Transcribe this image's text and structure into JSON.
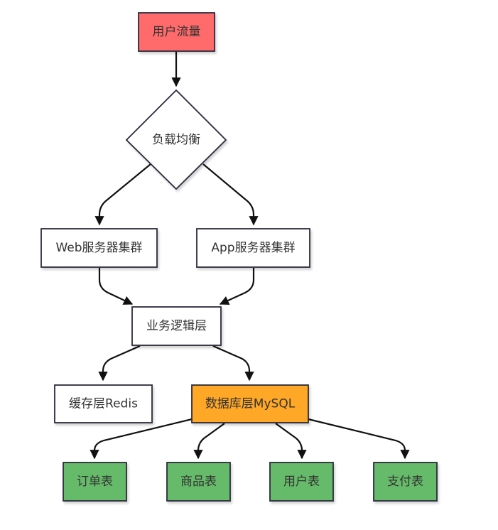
{
  "nodes": [
    {
      "id": "traffic",
      "label": "用户流量",
      "fill": "#ff6b6b"
    },
    {
      "id": "lb",
      "label": "负载均衡",
      "fill": "#ffffff"
    },
    {
      "id": "web",
      "label": "Web服务器集群",
      "fill": "#ffffff"
    },
    {
      "id": "app",
      "label": "App服务器集群",
      "fill": "#ffffff"
    },
    {
      "id": "biz",
      "label": "业务逻辑层",
      "fill": "#ffffff"
    },
    {
      "id": "cache",
      "label": "缓存层Redis",
      "fill": "#ffffff"
    },
    {
      "id": "db",
      "label": "数据库层MySQL",
      "fill": "#ffa726"
    },
    {
      "id": "orders",
      "label": "订单表",
      "fill": "#66bb6a"
    },
    {
      "id": "products",
      "label": "商品表",
      "fill": "#66bb6a"
    },
    {
      "id": "users",
      "label": "用户表",
      "fill": "#66bb6a"
    },
    {
      "id": "payments",
      "label": "支付表",
      "fill": "#66bb6a"
    }
  ],
  "edges": [
    {
      "from": "traffic",
      "to": "lb"
    },
    {
      "from": "lb",
      "to": "web"
    },
    {
      "from": "lb",
      "to": "app"
    },
    {
      "from": "web",
      "to": "biz"
    },
    {
      "from": "app",
      "to": "biz"
    },
    {
      "from": "biz",
      "to": "cache"
    },
    {
      "from": "biz",
      "to": "db"
    },
    {
      "from": "db",
      "to": "orders"
    },
    {
      "from": "db",
      "to": "products"
    },
    {
      "from": "db",
      "to": "users"
    },
    {
      "from": "db",
      "to": "payments"
    }
  ]
}
